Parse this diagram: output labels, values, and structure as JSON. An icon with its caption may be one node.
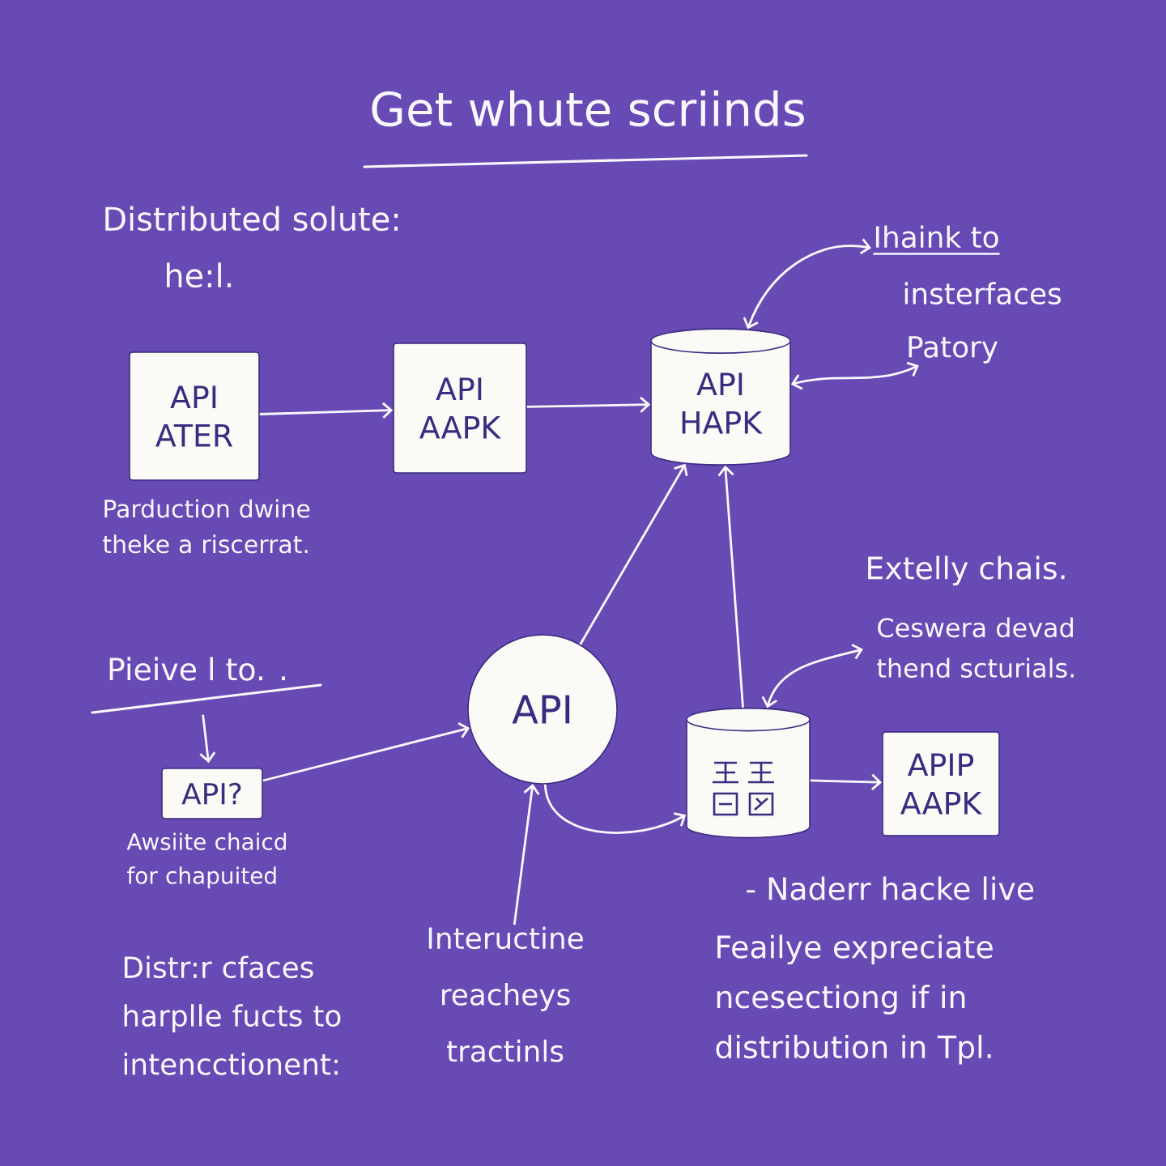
{
  "diagram": {
    "title": "Get whute scriinds",
    "nodes": [
      {
        "text": [
          "API ATER"
        ],
        "beside": [
          "Parduction dwine theke a riscerrat."
        ]
      },
      {
        "text": [
          "API AAPK"
        ]
      },
      {
        "text": [
          "API HAPK"
        ]
      },
      {
        "text": [
          "Ihaink to",
          "insterfaces"
        ]
      },
      {
        "text": [
          "Patory"
        ]
      },
      {
        "text": [
          "Pieive l to. ."
        ]
      },
      {
        "text": [
          "API?"
        ],
        "beside": [
          "Awsiite chaicd for chapuited"
        ]
      },
      {
        "text": [
          "API"
        ]
      },
      {
        "text": [
          "Inteructine reacheys tractinls"
        ]
      },
      {
        "text": [],
        "shape": "cylinder"
      },
      {
        "text": [
          "APIP AAPK"
        ]
      },
      {
        "text": [
          "Extelly chais.",
          "Ceswera devad thend scturials."
        ]
      }
    ],
    "edges": [
      {
        "from": 0,
        "to": 1,
        "arrow": "to"
      },
      {
        "from": 1,
        "to": 2,
        "arrow": "to"
      },
      {
        "from": 2,
        "to": 3,
        "arrow": "both"
      },
      {
        "from": 2,
        "to": 4,
        "arrow": "both"
      },
      {
        "from": 5,
        "to": 6,
        "arrow": "to"
      },
      {
        "from": 6,
        "to": 7,
        "arrow": "to"
      },
      {
        "from": 7,
        "to": 2,
        "arrow": "to"
      },
      {
        "from": 8,
        "to": 7,
        "arrow": "to"
      },
      {
        "from": 9,
        "to": 2,
        "arrow": "to"
      },
      {
        "from": 7,
        "to": 9,
        "arrow": "to"
      },
      {
        "from": 9,
        "to": 10,
        "arrow": "to"
      },
      {
        "from": 9,
        "to": 11,
        "arrow": "both"
      }
    ],
    "labels": [
      "Distributed solute:",
      "he:l.",
      "- Naderr hacke live",
      "Distr:r cfaces harplle fucts to intencctionent:",
      "Feailye expreciate ncesectiong if in distribution in Tpl."
    ]
  }
}
